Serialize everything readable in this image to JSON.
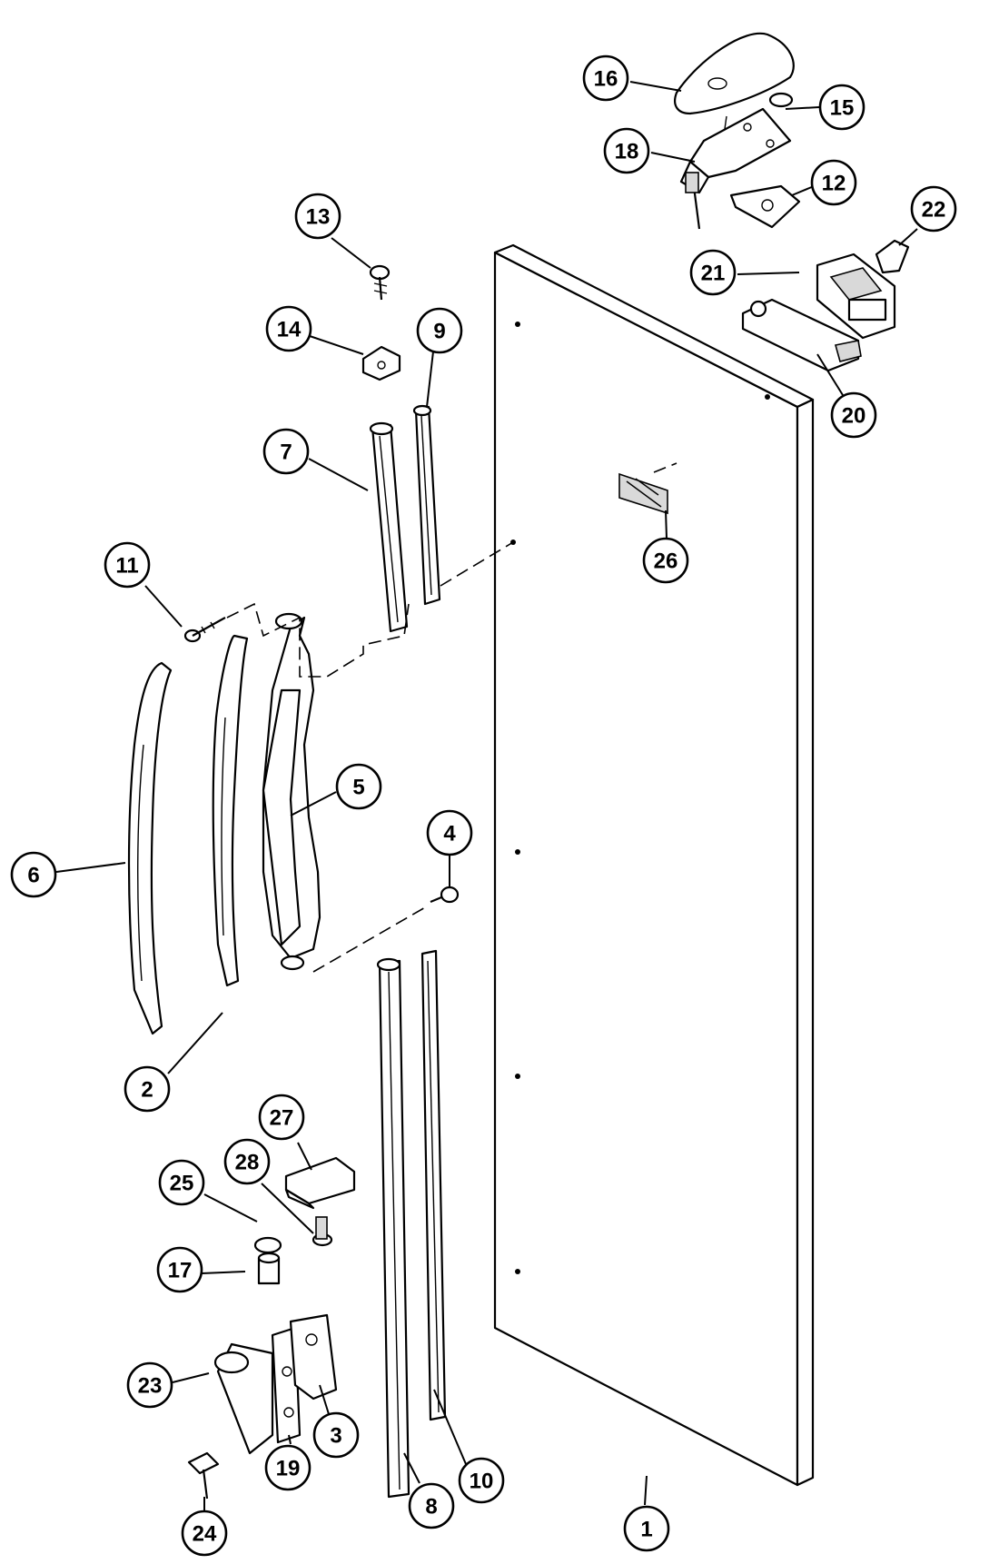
{
  "diagram": {
    "callouts": [
      "1",
      "2",
      "3",
      "4",
      "5",
      "6",
      "7",
      "8",
      "9",
      "10",
      "11",
      "12",
      "13",
      "14",
      "15",
      "16",
      "17",
      "18",
      "19",
      "20",
      "21",
      "22",
      "23",
      "24",
      "25",
      "26",
      "27",
      "28"
    ]
  },
  "colors": {
    "line": "#000000",
    "background": "#ffffff",
    "fill": "#d9d9d9"
  }
}
